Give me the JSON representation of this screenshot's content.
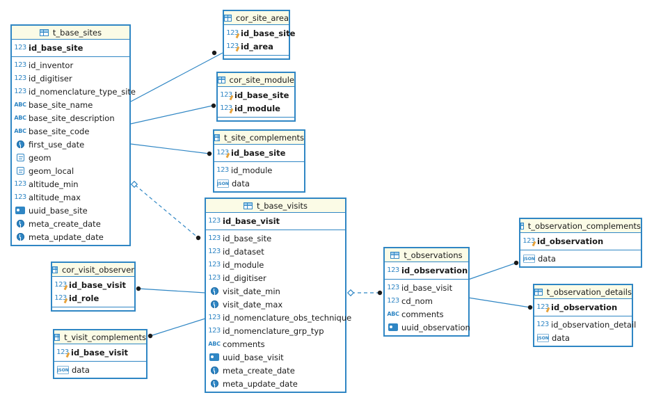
{
  "tables": {
    "t_base_sites": {
      "title": "t_base_sites",
      "pk": [
        {
          "name": "id_base_site",
          "type": "num"
        }
      ],
      "cols": [
        {
          "name": "id_inventor",
          "type": "num"
        },
        {
          "name": "id_digitiser",
          "type": "num"
        },
        {
          "name": "id_nomenclature_type_site",
          "type": "num"
        },
        {
          "name": "base_site_name",
          "type": "txt"
        },
        {
          "name": "base_site_description",
          "type": "txt"
        },
        {
          "name": "base_site_code",
          "type": "txt"
        },
        {
          "name": "first_use_date",
          "type": "date"
        },
        {
          "name": "geom",
          "type": "geom"
        },
        {
          "name": "geom_local",
          "type": "geom"
        },
        {
          "name": "altitude_min",
          "type": "num"
        },
        {
          "name": "altitude_max",
          "type": "num"
        },
        {
          "name": "uuid_base_site",
          "type": "uuid"
        },
        {
          "name": "meta_create_date",
          "type": "date"
        },
        {
          "name": "meta_update_date",
          "type": "date"
        }
      ]
    },
    "cor_site_area": {
      "title": "cor_site_area",
      "pk": [
        {
          "name": "id_base_site",
          "type": "num-key"
        },
        {
          "name": "id_area",
          "type": "num-key"
        }
      ],
      "cols": []
    },
    "cor_site_module": {
      "title": "cor_site_module",
      "pk": [
        {
          "name": "id_base_site",
          "type": "num-key"
        },
        {
          "name": "id_module",
          "type": "num-key"
        }
      ],
      "cols": []
    },
    "t_site_complements": {
      "title": "t_site_complements",
      "pk": [
        {
          "name": "id_base_site",
          "type": "num-key"
        }
      ],
      "cols": [
        {
          "name": "id_module",
          "type": "num"
        },
        {
          "name": "data",
          "type": "json"
        }
      ]
    },
    "t_base_visits": {
      "title": "t_base_visits",
      "pk": [
        {
          "name": "id_base_visit",
          "type": "num"
        }
      ],
      "cols": [
        {
          "name": "id_base_site",
          "type": "num"
        },
        {
          "name": "id_dataset",
          "type": "num"
        },
        {
          "name": "id_module",
          "type": "num"
        },
        {
          "name": "id_digitiser",
          "type": "num"
        },
        {
          "name": "visit_date_min",
          "type": "date"
        },
        {
          "name": "visit_date_max",
          "type": "date"
        },
        {
          "name": "id_nomenclature_obs_technique",
          "type": "num"
        },
        {
          "name": "id_nomenclature_grp_typ",
          "type": "num"
        },
        {
          "name": "comments",
          "type": "txt"
        },
        {
          "name": "uuid_base_visit",
          "type": "uuid"
        },
        {
          "name": "meta_create_date",
          "type": "date"
        },
        {
          "name": "meta_update_date",
          "type": "date"
        }
      ]
    },
    "cor_visit_observer": {
      "title": "cor_visit_observer",
      "pk": [
        {
          "name": "id_base_visit",
          "type": "num-key"
        },
        {
          "name": "id_role",
          "type": "num-key"
        }
      ],
      "cols": []
    },
    "t_visit_complements": {
      "title": "t_visit_complements",
      "pk": [
        {
          "name": "id_base_visit",
          "type": "num-key"
        }
      ],
      "cols": [
        {
          "name": "data",
          "type": "json"
        }
      ]
    },
    "t_observations": {
      "title": "t_observations",
      "pk": [
        {
          "name": "id_observation",
          "type": "num"
        }
      ],
      "cols": [
        {
          "name": "id_base_visit",
          "type": "num"
        },
        {
          "name": "cd_nom",
          "type": "num"
        },
        {
          "name": "comments",
          "type": "txt"
        },
        {
          "name": "uuid_observation",
          "type": "uuid"
        }
      ]
    },
    "t_observation_complements": {
      "title": "t_observation_complements",
      "pk": [
        {
          "name": "id_observation",
          "type": "num-key"
        }
      ],
      "cols": [
        {
          "name": "data",
          "type": "json"
        }
      ]
    },
    "t_observation_details": {
      "title": "t_observation_details",
      "pk": [
        {
          "name": "id_observation",
          "type": "num-key"
        }
      ],
      "cols": [
        {
          "name": "id_observation_detail",
          "type": "num"
        },
        {
          "name": "data",
          "type": "json"
        }
      ]
    }
  },
  "icons": {
    "num": "123",
    "txt": "ABC",
    "json": "JSON"
  },
  "colors": {
    "border": "#2f86c4",
    "header_bg": "#fbfbe6",
    "connector": "#2f86c4"
  }
}
